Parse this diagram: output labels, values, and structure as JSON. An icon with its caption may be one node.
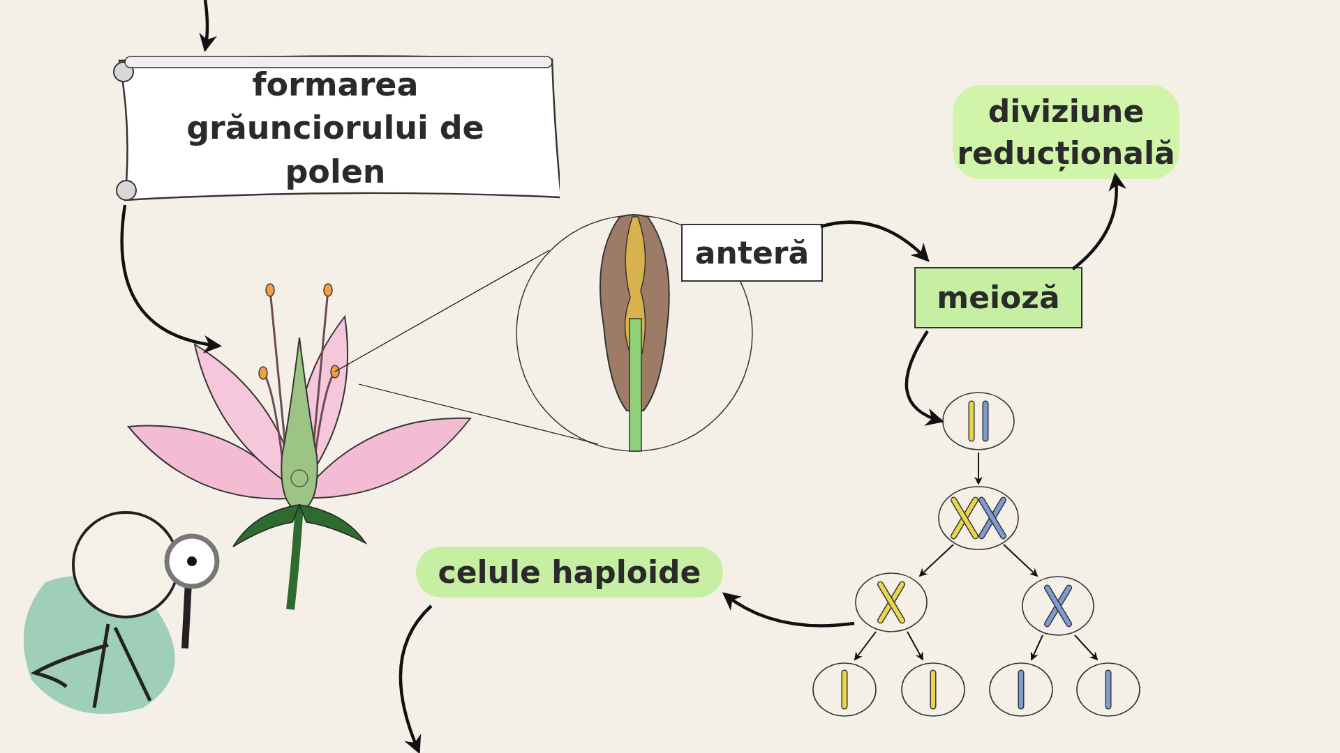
{
  "diagram": {
    "nodes": [
      {
        "text": [
          "formarea grăunciorului de polen"
        ]
      },
      {
        "text": [],
        "shape": "picture"
      },
      {
        "text": [],
        "shape": "picture"
      },
      {
        "text": [
          "anteră"
        ]
      },
      {
        "text": [
          "meioză"
        ]
      },
      {
        "text": [
          "diviziune reducțională"
        ]
      },
      {
        "text": [],
        "shape": "circle"
      },
      {
        "text": [],
        "shape": "circle"
      },
      {
        "text": [],
        "shape": "circle"
      },
      {
        "text": [],
        "shape": "circle"
      },
      {
        "text": [],
        "shape": "circle"
      },
      {
        "text": [],
        "shape": "circle"
      },
      {
        "text": [],
        "shape": "circle"
      },
      {
        "text": [],
        "shape": "circle"
      },
      {
        "text": [
          "celule haploide"
        ]
      }
    ],
    "edges": [
      {
        "from": null,
        "to": 0,
        "arrow": "to"
      },
      {
        "from": 0,
        "to": 1,
        "arrow": "to"
      },
      {
        "from": 1,
        "to": 2,
        "arrow": "none"
      },
      {
        "from": 3,
        "to": 4,
        "arrow": "to"
      },
      {
        "from": 4,
        "to": 5,
        "arrow": "to"
      },
      {
        "from": 4,
        "to": 6,
        "arrow": "to"
      },
      {
        "from": 6,
        "to": 7,
        "arrow": "to"
      },
      {
        "from": 7,
        "to": 8,
        "arrow": "to"
      },
      {
        "from": 7,
        "to": 9,
        "arrow": "to"
      },
      {
        "from": 8,
        "to": 10,
        "arrow": "to"
      },
      {
        "from": 8,
        "to": 11,
        "arrow": "to"
      },
      {
        "from": 9,
        "to": 12,
        "arrow": "to"
      },
      {
        "from": 9,
        "to": 13,
        "arrow": "to"
      },
      {
        "from": 8,
        "to": 14,
        "arrow": "to"
      },
      {
        "from": 14,
        "to": null,
        "arrow": "to"
      },
      {
        "from": 1,
        "to": 2,
        "arrow": "none"
      }
    ]
  }
}
